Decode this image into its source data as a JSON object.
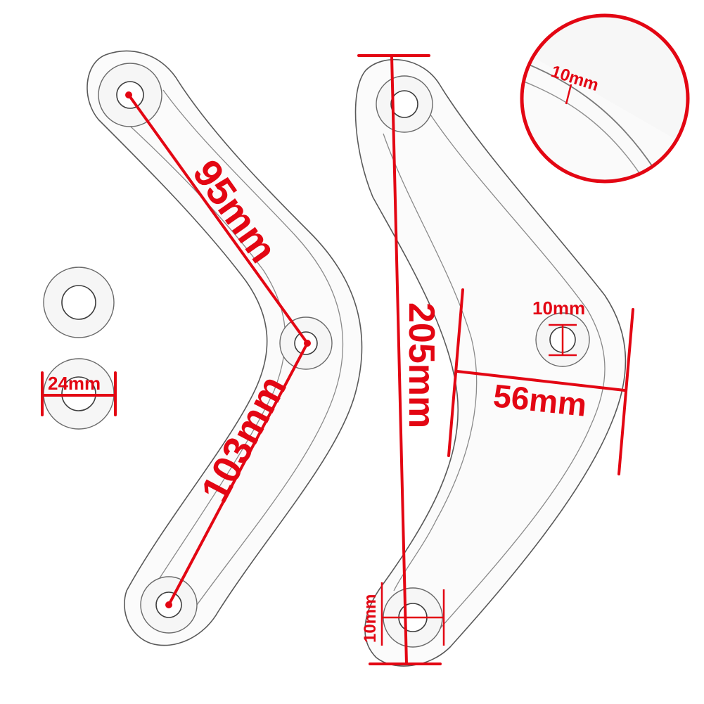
{
  "colors": {
    "dimension": "#e30613",
    "outline": "#5a5a5a",
    "background": "#ffffff"
  },
  "dimensions": {
    "upper_arm": "95mm",
    "lower_arm": "103mm",
    "overall_length": "205mm",
    "width": "56mm",
    "hole_right": "10mm",
    "hole_bottom": "10mm",
    "thickness_detail": "10mm",
    "washer_diameter": "24mm"
  }
}
